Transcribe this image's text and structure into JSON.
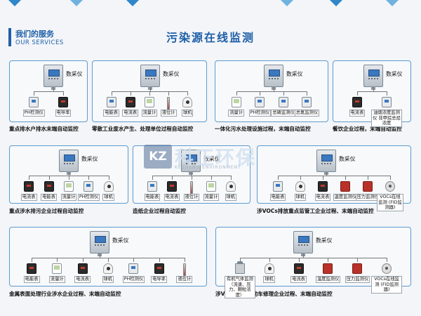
{
  "header": {
    "cn": "我们的服务",
    "en": "OUR SERVICES"
  },
  "main_title": "污染源在线监测",
  "cabinet_label": "数采仪",
  "watermark": {
    "logo": "KZ",
    "text": "科正环保",
    "sub": "KEZHENG ENVIRONMENT"
  },
  "panels": [
    {
      "title": "重点排水户排水末端自动监控",
      "devices": [
        {
          "label": "PH检测仪",
          "icon": "box-icon"
        },
        {
          "label": "电导率",
          "icon": "meter-icon"
        }
      ]
    },
    {
      "title": "零散工业废水产生、处理单位过程自动监控",
      "devices": [
        {
          "label": "电能表",
          "icon": "box-icon"
        },
        {
          "label": "电流表",
          "icon": "meter-icon"
        },
        {
          "label": "流量计",
          "icon": "flowmeter-icon"
        },
        {
          "label": "液位计",
          "icon": "level-rod-icon"
        },
        {
          "label": "球机",
          "icon": "camera-icon"
        }
      ]
    },
    {
      "title": "一体化污水处理设施过程，末端自动监控",
      "devices": [
        {
          "label": "流量计",
          "icon": "flowmeter-icon"
        },
        {
          "label": "PH检测仪",
          "icon": "box-icon"
        },
        {
          "label": "总磷监测仪",
          "icon": "box-icon"
        },
        {
          "label": "总氮监测仪",
          "icon": "box-icon"
        }
      ]
    },
    {
      "title": "餐饮企业过程，末端自动监控",
      "devices": [
        {
          "label": "电流表",
          "icon": "meter-icon"
        },
        {
          "label": "油烟浓度监测仪 非甲烷总烃浓度",
          "icon": "box-icon"
        }
      ]
    },
    {
      "title": "重点涉水排污企业过程自动监控",
      "devices": [
        {
          "label": "电流表",
          "icon": "meter-icon"
        },
        {
          "label": "电能表",
          "icon": "meter-icon"
        },
        {
          "label": "流量计",
          "icon": "flowmeter-icon"
        },
        {
          "label": "PH检测仪",
          "icon": "box-icon"
        },
        {
          "label": "球机",
          "icon": "camera-icon"
        }
      ]
    },
    {
      "title": "造纸企业过程自动监控",
      "devices": [
        {
          "label": "电能表",
          "icon": "box-icon"
        },
        {
          "label": "电流表",
          "icon": "meter-icon"
        },
        {
          "label": "液位计",
          "icon": "level-rod-icon"
        },
        {
          "label": "流量计",
          "icon": "flowmeter-icon"
        },
        {
          "label": "球机",
          "icon": "camera-icon"
        }
      ]
    },
    {
      "title": "涉VOCs排放重点监管工企业过程、末端自动监控",
      "devices": [
        {
          "label": "电能表",
          "icon": "box-icon"
        },
        {
          "label": "球机",
          "icon": "camera-icon"
        },
        {
          "label": "电流表",
          "icon": "meter-icon"
        },
        {
          "label": "温度监测仪",
          "icon": "red-box-icon"
        },
        {
          "label": "压力监测仪",
          "icon": "red-box-icon"
        },
        {
          "label": "VOCs在线监测 (FID监测器)",
          "icon": "gas-detector-icon"
        }
      ]
    },
    {
      "title": "金属表面处理行业涉水企业过程、末端自动监控",
      "devices": [
        {
          "label": "电能表",
          "icon": "meter-icon"
        },
        {
          "label": "流量计",
          "icon": "flowmeter-icon"
        },
        {
          "label": "电流表",
          "icon": "meter-icon"
        },
        {
          "label": "球机",
          "icon": "camera-icon"
        },
        {
          "label": "PH检测仪",
          "icon": "box-icon"
        },
        {
          "label": "电导率",
          "icon": "meter-icon"
        },
        {
          "label": "液位计",
          "icon": "level-rod-icon"
        }
      ]
    },
    {
      "title": "涉VOCs排放机动车修理企业过程、末端自动监控",
      "devices": [
        {
          "label": "有机气体监测（流速、压力、颗粒浓度）",
          "icon": "valve-icon"
        },
        {
          "label": "球机",
          "icon": "camera-icon"
        },
        {
          "label": "电流表",
          "icon": "meter-icon"
        },
        {
          "label": "温度监测仪",
          "icon": "red-box-icon"
        },
        {
          "label": "压力监测仪",
          "icon": "red-box-icon"
        },
        {
          "label": "VOCs在线监测 (FID监测器)",
          "icon": "gas-detector-icon"
        }
      ]
    }
  ]
}
